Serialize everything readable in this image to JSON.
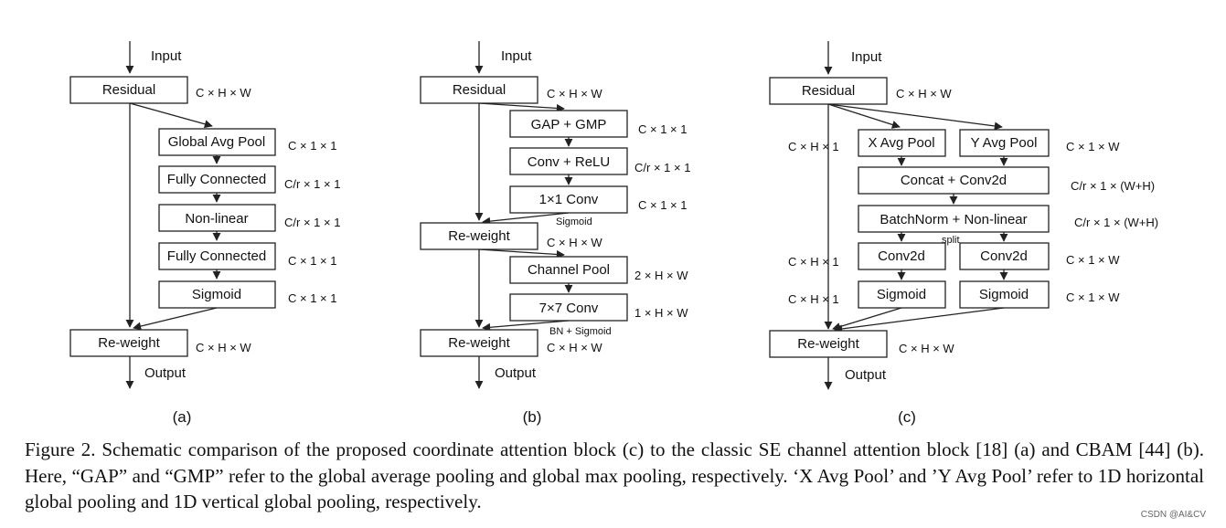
{
  "figure": {
    "common": {
      "input": "Input",
      "output": "Output",
      "residual": "Residual",
      "reweight": "Re-weight",
      "chw": "C × H × W"
    },
    "a": {
      "label": "(a)",
      "boxes": [
        "Global Avg Pool",
        "Fully Connected",
        "Non-linear",
        "Fully Connected",
        "Sigmoid"
      ],
      "dims": [
        "C × 1 × 1",
        "C/r × 1 × 1",
        "C/r × 1 × 1",
        "C × 1 × 1",
        "C × 1 × 1"
      ]
    },
    "b": {
      "label": "(b)",
      "channel_boxes": [
        "GAP + GMP",
        "Conv + ReLU",
        "1×1 Conv"
      ],
      "channel_dims": [
        "C × 1 × 1",
        "C/r × 1 × 1",
        "C × 1 × 1"
      ],
      "channel_note": "Sigmoid",
      "spatial_boxes": [
        "Channel Pool",
        "7×7 Conv"
      ],
      "spatial_dims": [
        "2 × H × W",
        "1 × H × W"
      ],
      "spatial_note": "BN + Sigmoid"
    },
    "c": {
      "label": "(c)",
      "x_pool": "X Avg Pool",
      "y_pool": "Y Avg Pool",
      "concat": "Concat + Conv2d",
      "bn": "BatchNorm + Non-linear",
      "split": "split",
      "conv_left": "Conv2d",
      "conv_right": "Conv2d",
      "sig_left": "Sigmoid",
      "sig_right": "Sigmoid",
      "left_dim": "C × H × 1",
      "right_dim": "C × 1 × W",
      "mid_dim": "C/r × 1 × (W+H)"
    }
  },
  "caption": "Figure 2. Schematic comparison of the proposed coordinate attention block (c) to the classic SE channel attention block [18] (a) and CBAM [44] (b). Here, “GAP” and “GMP” refer to the global average pooling and global max pooling, respectively. ‘X Avg Pool’ and ’Y Avg Pool’ refer to 1D horizontal global pooling and 1D vertical global pooling, respectively.",
  "watermark": "CSDN @AI&CV"
}
